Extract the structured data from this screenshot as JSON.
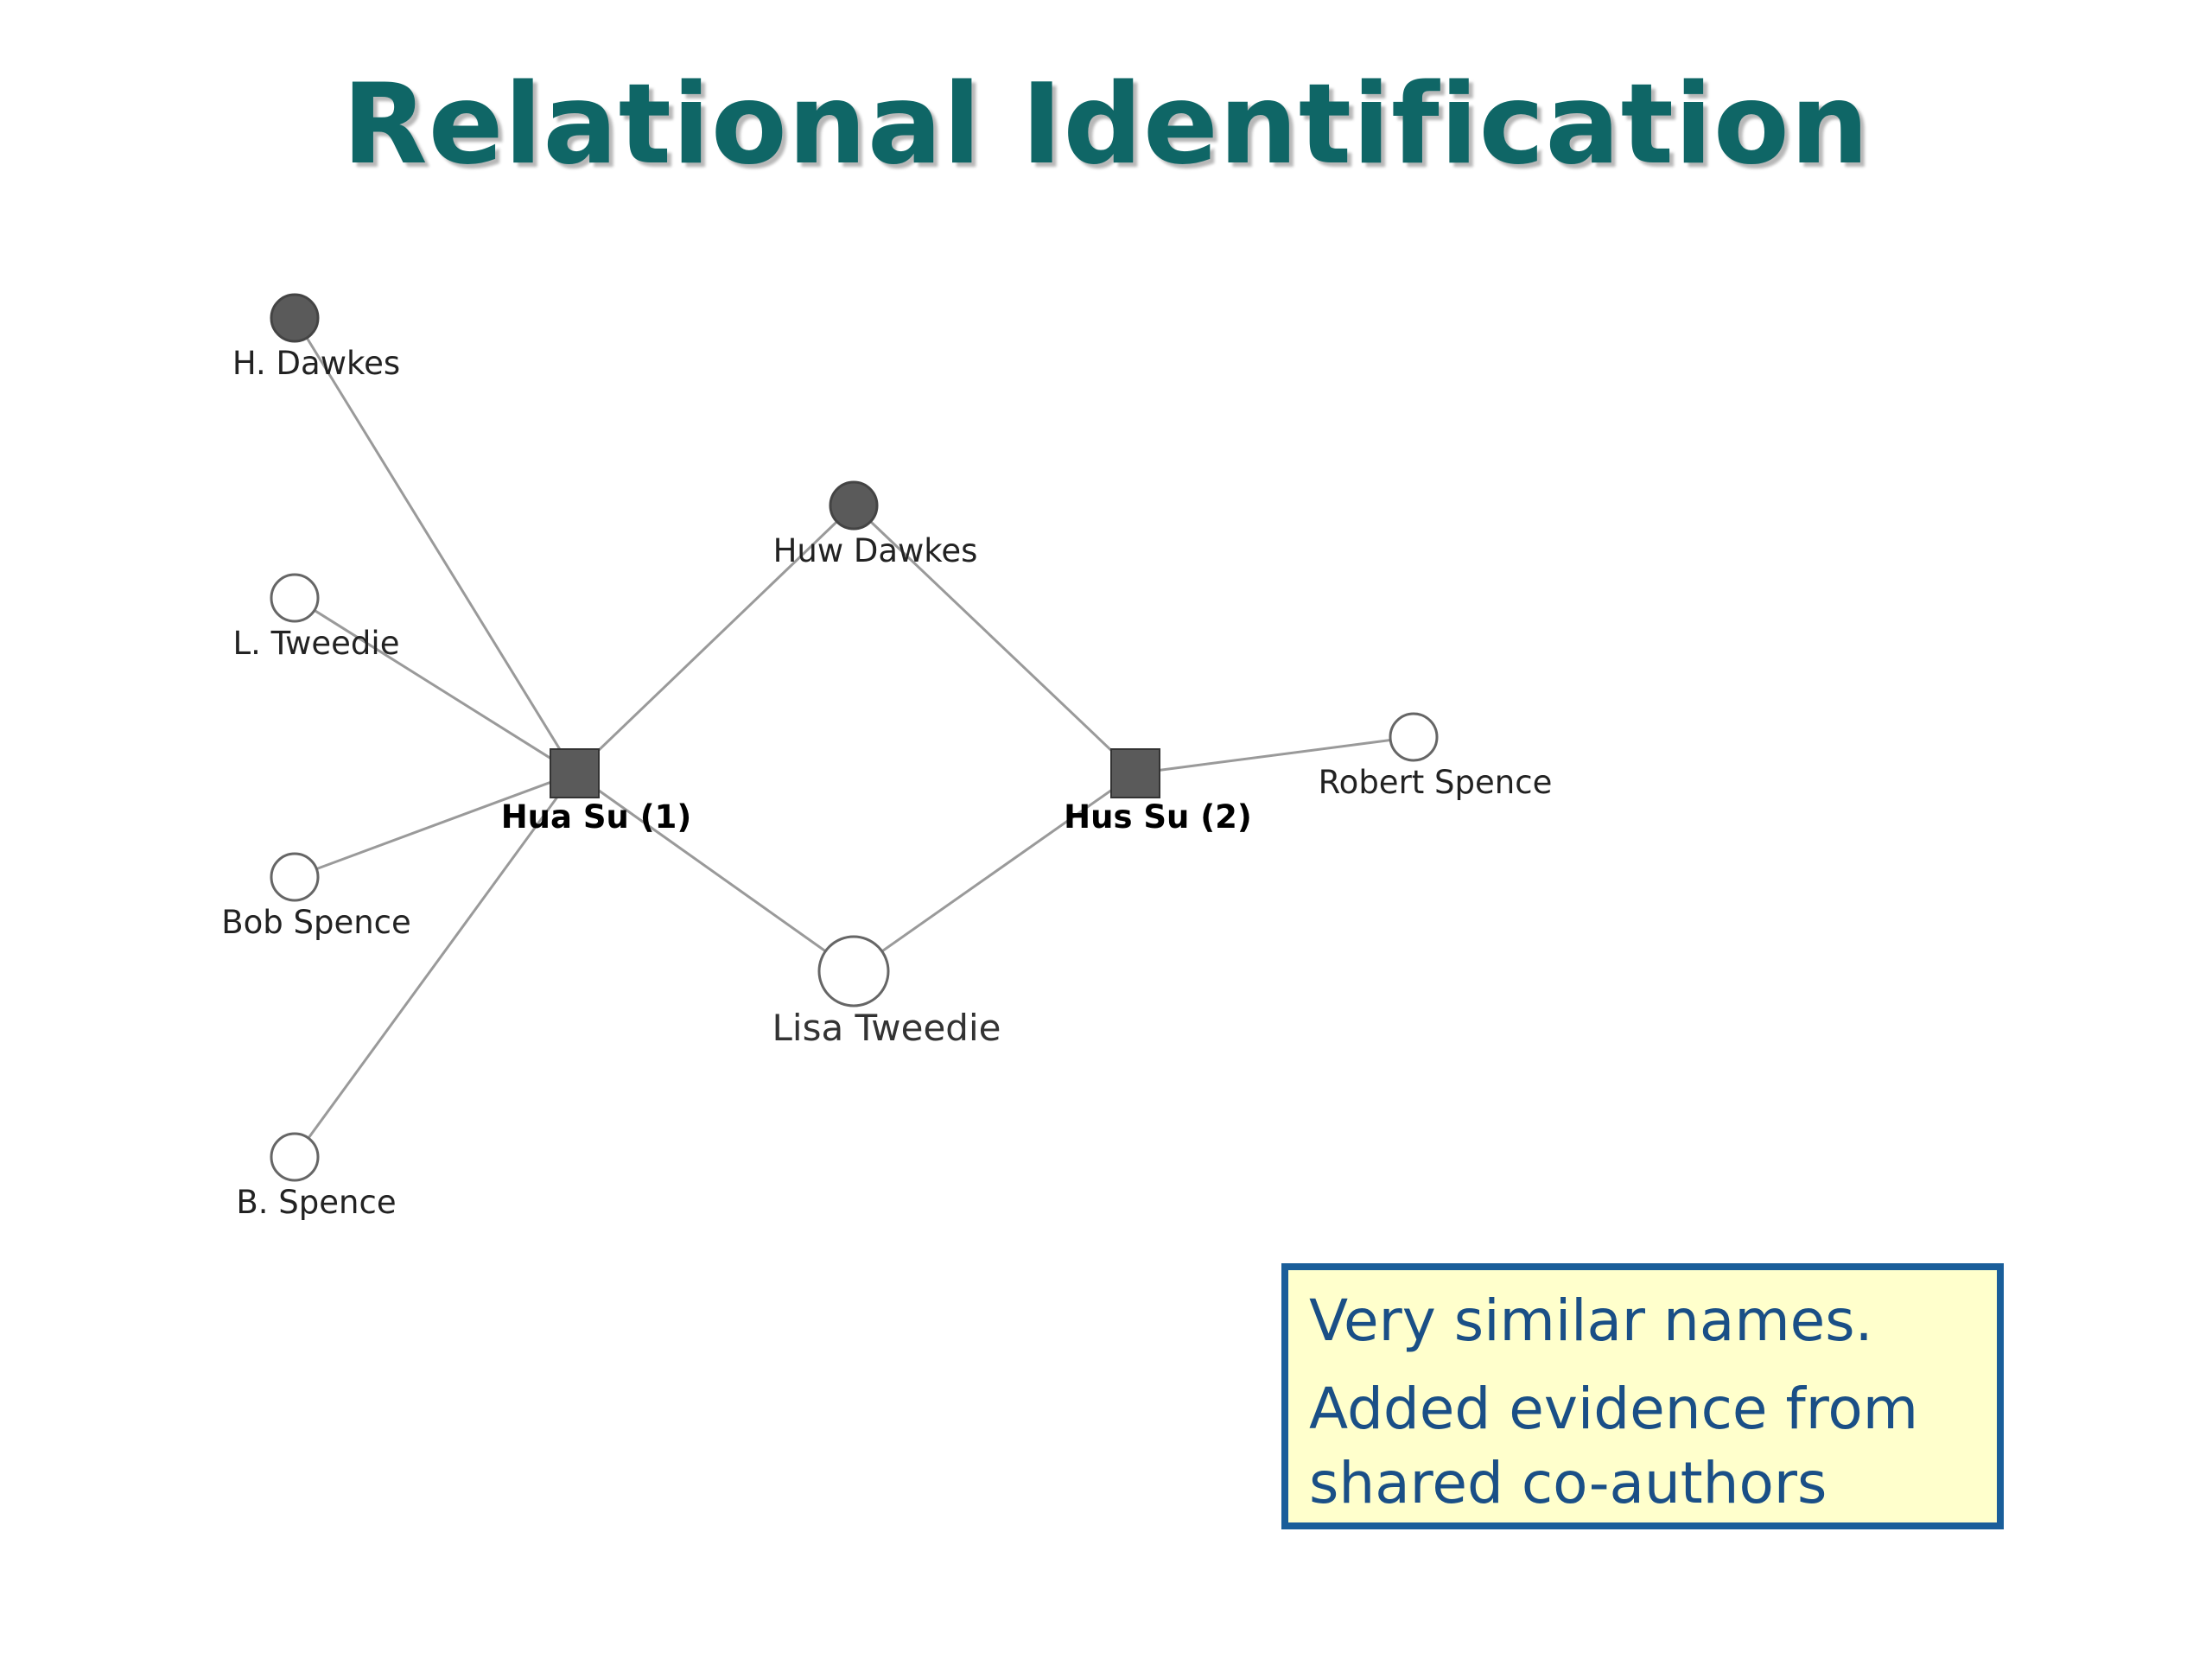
{
  "title": "Relational Identification",
  "graph": {
    "nodes": [
      {
        "id": "hua",
        "label": "Hua Su (1)",
        "kind": "author"
      },
      {
        "id": "hus",
        "label": "Hus Su (2)",
        "kind": "author"
      },
      {
        "id": "hdawkes",
        "label": "H. Dawkes",
        "kind": "coauthor-match"
      },
      {
        "id": "huw",
        "label": "Huw Dawkes",
        "kind": "coauthor-match"
      },
      {
        "id": "ltweedie",
        "label": "L. Tweedie",
        "kind": "coauthor"
      },
      {
        "id": "bobspence",
        "label": "Bob Spence",
        "kind": "coauthor"
      },
      {
        "id": "bspence",
        "label": "B. Spence",
        "kind": "coauthor"
      },
      {
        "id": "lisa",
        "label": "Lisa Tweedie",
        "kind": "coauthor-shared"
      },
      {
        "id": "robert",
        "label": "Robert Spence",
        "kind": "coauthor"
      }
    ],
    "edges": [
      [
        "hua",
        "hdawkes"
      ],
      [
        "hua",
        "ltweedie"
      ],
      [
        "hua",
        "bobspence"
      ],
      [
        "hua",
        "bspence"
      ],
      [
        "hua",
        "huw"
      ],
      [
        "hua",
        "lisa"
      ],
      [
        "hus",
        "huw"
      ],
      [
        "hus",
        "lisa"
      ],
      [
        "hus",
        "robert"
      ]
    ],
    "colors": {
      "edge": "#9a9a9a",
      "filled": "#5a5a5a",
      "hollow": "#ffffff",
      "stroke": "#666666"
    }
  },
  "callout": {
    "line1": "Very similar names.",
    "line2": "Added evidence from",
    "line3": "shared co-authors"
  }
}
